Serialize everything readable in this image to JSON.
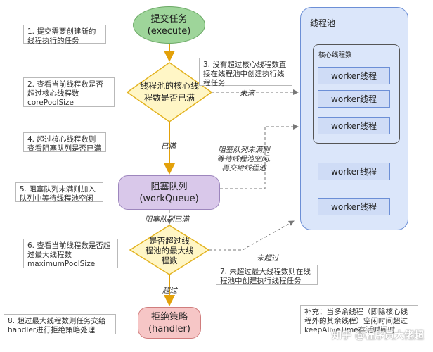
{
  "notes": {
    "n1": "1. 提交需要创建新的线程执行的任务",
    "n2": "2. 查看当前线程数是否超过核心线程数corePoolSize",
    "n3": "3. 没有超过核心线程数直接在线程池中创建执行线程任务",
    "n4": "4. 超过核心线程数则查看阻塞队列是否已满",
    "n5": "5. 阻塞队列未满则加入队列中等待线程池空闲",
    "n6": "6. 查看当前线程数是否超过最大线程数maximumPoolSize",
    "n7": "7. 未超过最大线程数则在线程池中创建执行线程任务",
    "n8": "8. 超过最大线程数则任务交给handler进行拒绝策略处理",
    "supplement": "补充：当多余线程（即除核心线程外的其余线程）空闲时间超过keepAliveTime存活时间时"
  },
  "nodes": {
    "submit": "提交任务\n(execute)",
    "core_check": "线程池的核心线\n程数是否已满",
    "queue": "阻塞队列\n(workQueue)",
    "max_check": "是否超过线\n程池的最大线\n程数",
    "reject": "拒绝策略\n(handler)"
  },
  "pool": {
    "title": "线程池",
    "core_title": "核心线程数",
    "workers": [
      "worker线程",
      "worker线程",
      "worker线程",
      "worker线程",
      "worker线程"
    ]
  },
  "edges": {
    "not_full": "未满",
    "full": "已满",
    "queue_not_full": "阻塞队列未满则\n等待线程池空闲,\n再交给线程池",
    "queue_full": "阻塞队列已满",
    "not_exceed": "未超过",
    "exceed": "超过"
  },
  "watermark": "知乎 @程序员大佬超"
}
